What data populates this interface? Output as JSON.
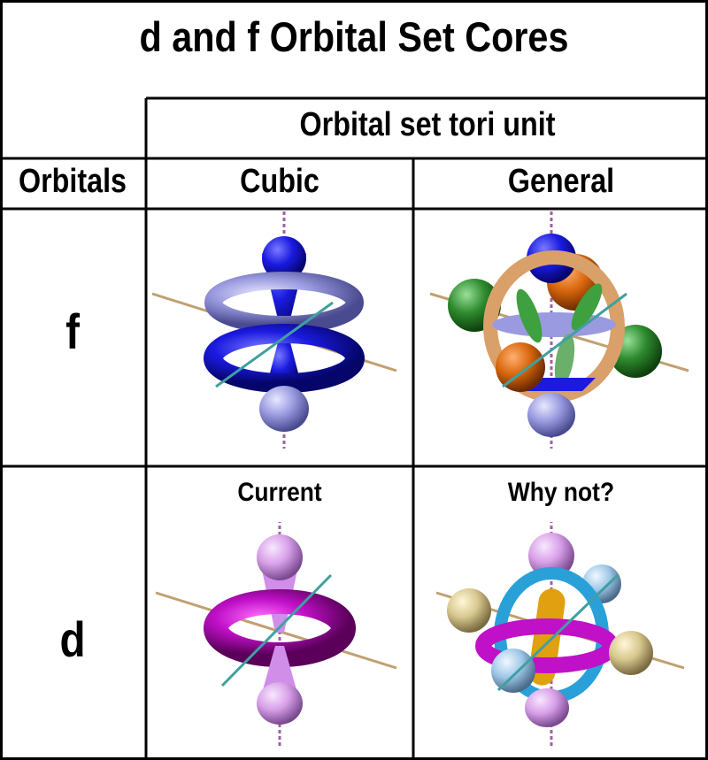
{
  "title": "d and f Orbital Set Cores",
  "subheader": "Orbital set tori unit",
  "columns": {
    "orbitals": "Orbitals",
    "cubic": "Cubic",
    "general": "General"
  },
  "rows": [
    {
      "label": "f",
      "cubic_caption": "",
      "general_caption": ""
    },
    {
      "label": "d",
      "cubic_caption": "Current",
      "general_caption": "Why not?"
    }
  ],
  "colors": {
    "border": "#000000",
    "f_dark_blue": "#1010d8",
    "f_light_blue": "#9a9ae0",
    "f_green": "#2e8b2e",
    "f_orange": "#d9670e",
    "f_tan_torus": "#d9a06a",
    "d_magenta": "#c010c8",
    "d_lilac": "#d8a0e8",
    "d_cyan": "#2aa0d8",
    "d_gold": "#e0a010",
    "d_tan": "#d8c890",
    "d_light_blue": "#a0c8e8",
    "axis_tan": "#c0a070",
    "axis_teal": "#40a0a0"
  }
}
